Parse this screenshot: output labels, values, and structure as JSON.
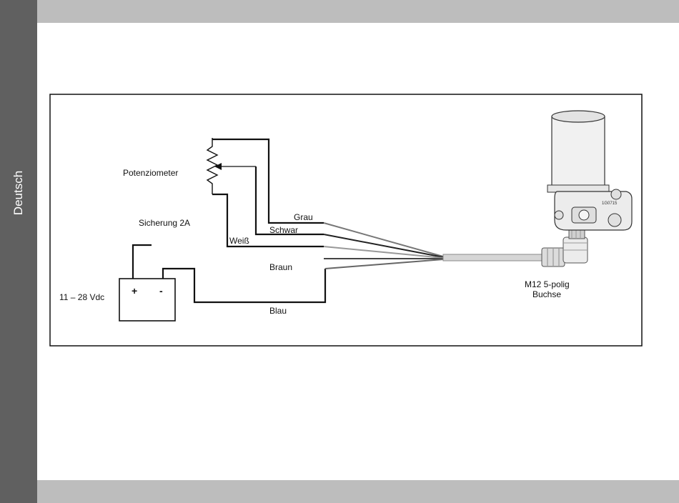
{
  "sidebar": {
    "label": "Deutsch"
  },
  "diagram": {
    "labels": {
      "potentiometer": "Potenziometer",
      "fuse": "Sicherung 2A",
      "supply_voltage": "11 – 28 Vdc",
      "plus": "+",
      "minus": "-",
      "connector_line1": "M12 5-polig",
      "connector_line2": "Buchse"
    },
    "wires": {
      "grey": "Grau",
      "black": "Schwar",
      "white": "Weiß",
      "brown": "Braun",
      "blue": "Blau"
    },
    "device": {
      "marking": "1G0715"
    },
    "colors": {
      "sidebar": "#606060",
      "bars": "#bdbdbd",
      "wire": "#111111",
      "cable_grey": "#8a8a8a"
    }
  }
}
